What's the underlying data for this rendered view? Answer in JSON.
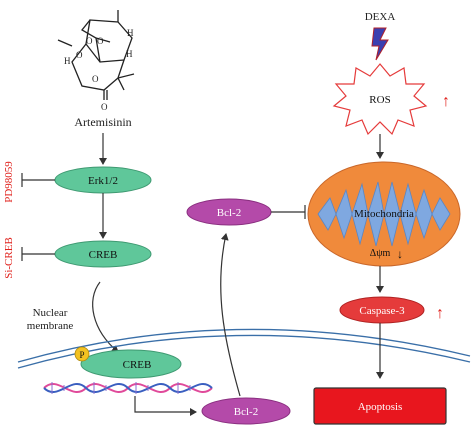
{
  "compound": {
    "name": "Artemisinin"
  },
  "inhibitors": {
    "pd": "PD98059",
    "si": "Si-CREB"
  },
  "stimulus": {
    "dexa": "DEXA",
    "ros": "ROS"
  },
  "nodes": {
    "erk": "Erk1/2",
    "creb": "CREB",
    "creb_nuclear": "CREB",
    "phospho": "P",
    "bcl2_top": "Bcl-2",
    "bcl2_bottom": "Bcl-2",
    "mito": "Mitochondria",
    "delta_psi": "Δψm",
    "caspase": "Caspase-3",
    "apoptosis": "Apoptosis"
  },
  "labels": {
    "nuclear_membrane_line1": "Nuclear",
    "nuclear_membrane_line2": "membrane"
  },
  "indicators": {
    "ros_up": "↑",
    "caspase_up": "↑",
    "psi_down": "↓"
  },
  "colors": {
    "green_node": "#5fc79a",
    "magenta_node": "#b44aa9",
    "caspase_red": "#e53b3b",
    "apoptosis_red": "#e8161e",
    "mito_outer": "#f08a3b",
    "mito_inner": "#7fa8e0",
    "red_text": "#e0201b",
    "membrane_blue": "#3a6fa8",
    "dna_pink": "#e04a9a",
    "dna_blue": "#3a5fc0",
    "phospho_yellow": "#f3c221"
  }
}
